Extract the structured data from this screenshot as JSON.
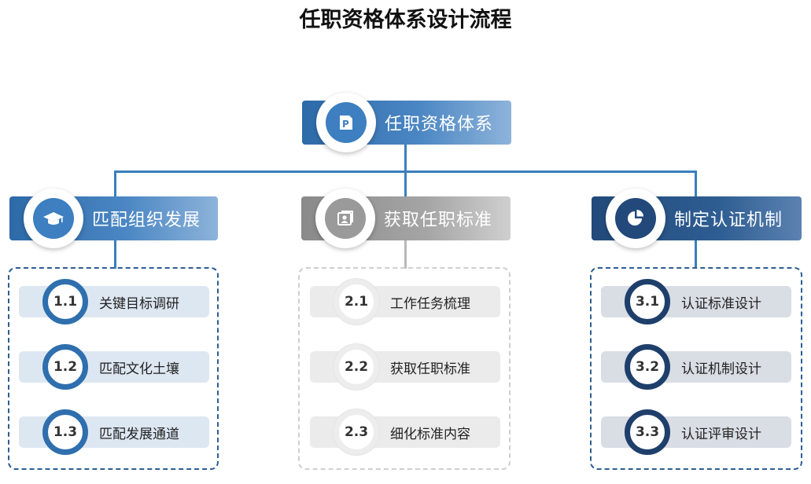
{
  "title": "任职资格体系设计流程",
  "root": {
    "label": "任职资格体系",
    "icon": "document-p-icon"
  },
  "columns": [
    {
      "label": "匹配组织发展",
      "icon": "graduation-cap-icon",
      "theme": "blue",
      "items": [
        {
          "num": "1.1",
          "label": "关键目标调研"
        },
        {
          "num": "1.2",
          "label": "匹配文化土壤"
        },
        {
          "num": "1.3",
          "label": "匹配发展通道"
        }
      ]
    },
    {
      "label": "获取任职标准",
      "icon": "id-card-icon",
      "theme": "gray",
      "items": [
        {
          "num": "2.1",
          "label": "工作任务梳理"
        },
        {
          "num": "2.2",
          "label": "获取任职标准"
        },
        {
          "num": "2.3",
          "label": "细化标准内容"
        }
      ]
    },
    {
      "label": "制定认证机制",
      "icon": "pie-chart-icon",
      "theme": "dark",
      "items": [
        {
          "num": "3.1",
          "label": "认证标准设计"
        },
        {
          "num": "3.2",
          "label": "认证机制设计"
        },
        {
          "num": "3.3",
          "label": "认证评审设计"
        }
      ]
    }
  ],
  "colors": {
    "blue": "#3d7fc0",
    "dark": "#23497a",
    "gray": "#9a9a9a",
    "connector": "#3a7fbe"
  }
}
